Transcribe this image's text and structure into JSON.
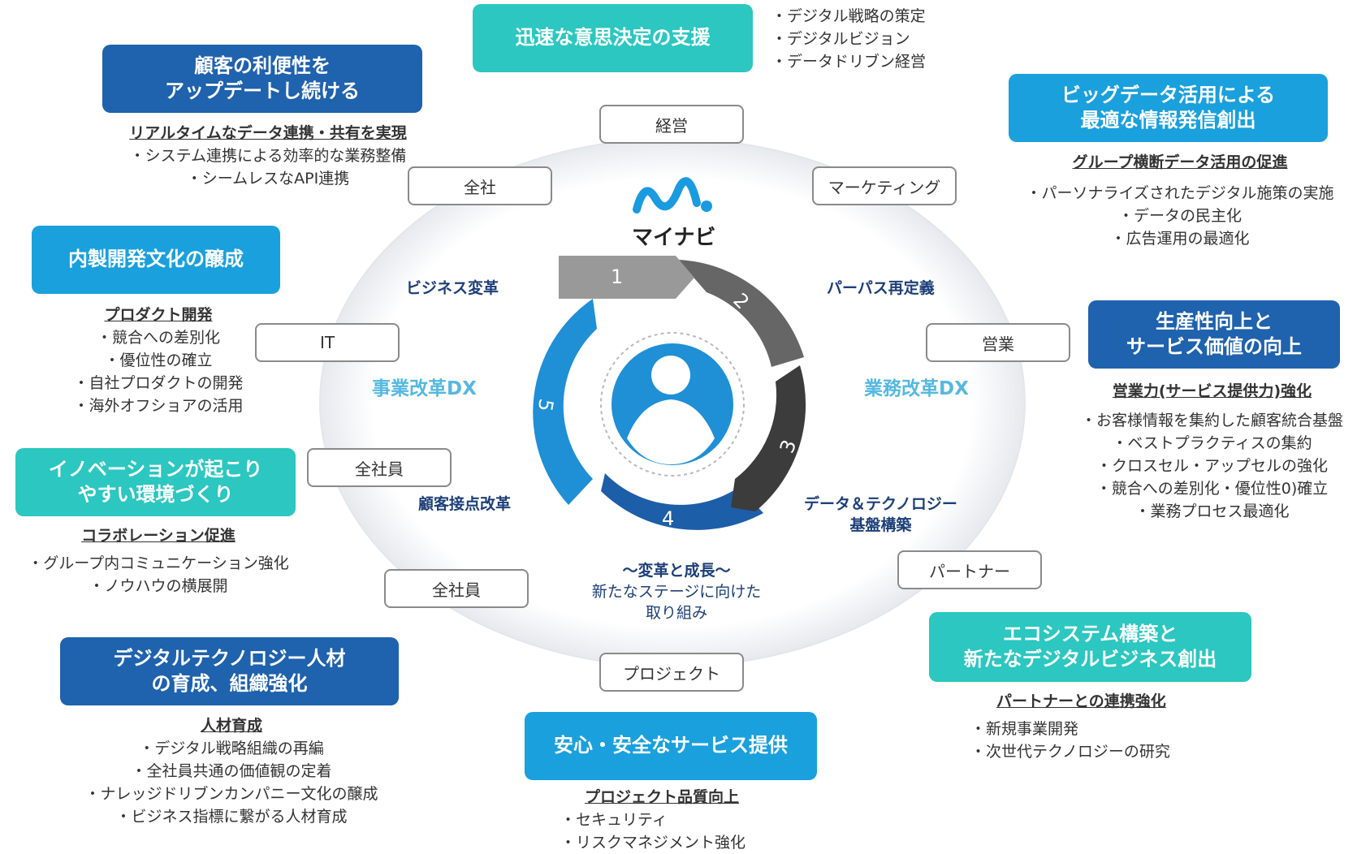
{
  "center": {
    "logo_text": "マイナビ",
    "customer_label": "顧客",
    "theme_title": "～変革と成長～",
    "theme_sub_1": "新たなステージに向けた",
    "theme_sub_2": "取り組み",
    "steps": [
      "1",
      "2",
      "3",
      "4",
      "5"
    ],
    "stage_labels": {
      "business_change": "ビジネス変革",
      "purpose": "パーパス再定義",
      "data_tech": "データ＆テクノロジー\n基盤構築",
      "customer_contact": "顧客接点改革"
    },
    "dx_labels": {
      "business": "事業改革DX",
      "operations": "業務改革DX"
    }
  },
  "tags": {
    "management": "経営",
    "company": "全社",
    "marketing": "マーケティング",
    "it": "IT",
    "sales": "営業",
    "all_staff_1": "全社員",
    "all_staff_2": "全社員",
    "partner": "パートナー",
    "project": "プロジェクト"
  },
  "boxes": {
    "decision": {
      "title": "迅速な意思決定の支援",
      "items": [
        "・デジタル戦略の策定",
        "・デジタルビジョン",
        "・データドリブン経営"
      ]
    },
    "convenience": {
      "title": "顧客の利便性を\nアップデートし続ける",
      "heading": "リアルタイムなデータ連携・共有を実現",
      "items": [
        "・システム連携による効率的な業務整備",
        "・シームレスなAPI連携"
      ]
    },
    "bigdata": {
      "title": "ビッグデータ活用による\n最適な情報発信創出",
      "heading": "グループ横断データ活用の促進",
      "items": [
        "・パーソナライズされたデジタル施策の実施",
        "・データの民主化",
        "・広告運用の最適化"
      ]
    },
    "inhouse": {
      "title": "内製開発文化の醸成",
      "heading": "プロダクト開発",
      "items": [
        "・競合への差別化",
        "・優位性の確立",
        "・自社プロダクトの開発",
        "・海外オフショアの活用"
      ]
    },
    "productivity": {
      "title": "生産性向上と\nサービス価値の向上",
      "heading": "営業力(サービス提供力)強化",
      "items": [
        "・お客様情報を集約した顧客統合基盤",
        "・ベストプラクティスの集約",
        "・クロスセル・アップセルの強化",
        "・競合への差別化・優位性0)確立",
        "・業務プロセス最適化"
      ]
    },
    "innovation": {
      "title": "イノベーションが起こり\nやすい環境づくり",
      "heading": "コラボレーション促進",
      "items": [
        "・グループ内コミュニケーション強化",
        "・ノウハウの横展開"
      ]
    },
    "talent": {
      "title": "デジタルテクノロジー人材\nの育成、組織強化",
      "heading": "人材育成",
      "items": [
        "・デジタル戦略組織の再編",
        "・全社員共通の価値観の定着",
        "・ナレッジドリブンカンパニー文化の醸成",
        "・ビジネス指標に繋がる人材育成"
      ]
    },
    "ecosystem": {
      "title": "エコシステム構築と\n新たなデジタルビジネス創出",
      "heading": "パートナーとの連携強化",
      "items": [
        "・新規事業開発",
        "・次世代テクノロジーの研究"
      ]
    },
    "safety": {
      "title": "安心・安全なサービス提供",
      "heading": "プロジェクト品質向上",
      "items": [
        "・セキュリティ",
        "・リスクマネジメント強化"
      ]
    }
  },
  "colors": {
    "dark_blue": "#1f62ad",
    "light_blue": "#1aa0dc",
    "teal": "#2bc7c0",
    "ring_blue": "#1f8fd6"
  }
}
